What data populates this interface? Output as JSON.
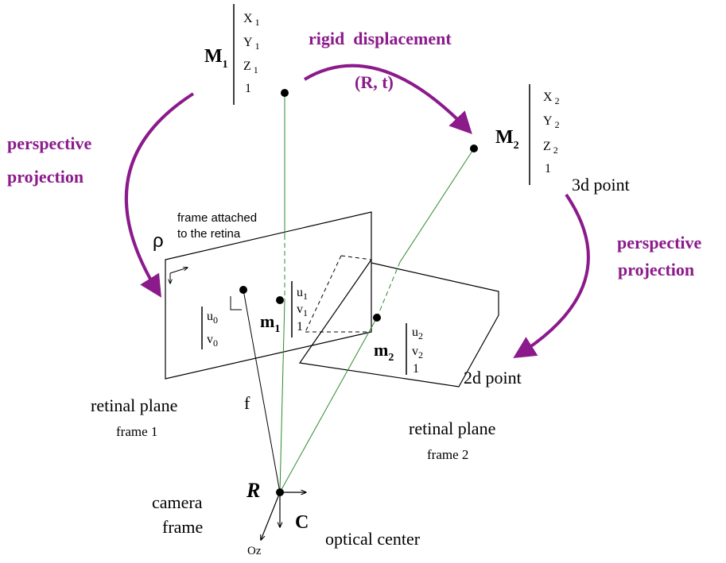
{
  "colors": {
    "accent_purple": "#8b1a8b",
    "ray_green": "#2e8b2e",
    "ink": "#000000"
  },
  "point_M1": {
    "label": "M",
    "subscript": "1",
    "coords": [
      "X",
      "Y",
      "Z",
      "1"
    ],
    "coord_subs": [
      "1",
      "1",
      "1",
      ""
    ]
  },
  "point_M2": {
    "label": "M",
    "subscript": "2",
    "coords": [
      "X",
      "Y",
      "Z",
      "1"
    ],
    "coord_subs": [
      "2",
      "2",
      "2",
      ""
    ],
    "caption": "3d point"
  },
  "displacement": {
    "line1": "rigid  displacement",
    "line2": "(R, t)"
  },
  "projection_left": {
    "line1": "perspective",
    "line2": "projection"
  },
  "projection_right": {
    "line1": "perspective",
    "line2": "projection"
  },
  "retina": {
    "frame_line1": "frame attached",
    "frame_line2": "to the retina",
    "rho": "ρ"
  },
  "principal": {
    "coords": [
      "u",
      "v"
    ],
    "subs": [
      "0",
      "0"
    ]
  },
  "image_point_m1": {
    "label": "m",
    "subscript": "1",
    "coords": [
      "u",
      "v",
      "1"
    ],
    "subs": [
      "1",
      "1",
      ""
    ]
  },
  "image_point_m2": {
    "label": "m",
    "subscript": "2",
    "coords": [
      "u",
      "v",
      "1"
    ],
    "subs": [
      "2",
      "2",
      ""
    ],
    "caption": "2d point"
  },
  "plane1": {
    "line1": "retinal plane",
    "line2": "frame 1"
  },
  "plane2": {
    "line1": "retinal plane",
    "line2": "frame 2"
  },
  "focal": "f",
  "camera": {
    "R": "R",
    "C": "C",
    "line1": "camera",
    "line2": "frame",
    "axis": "Oz",
    "optical_center": "optical center"
  }
}
